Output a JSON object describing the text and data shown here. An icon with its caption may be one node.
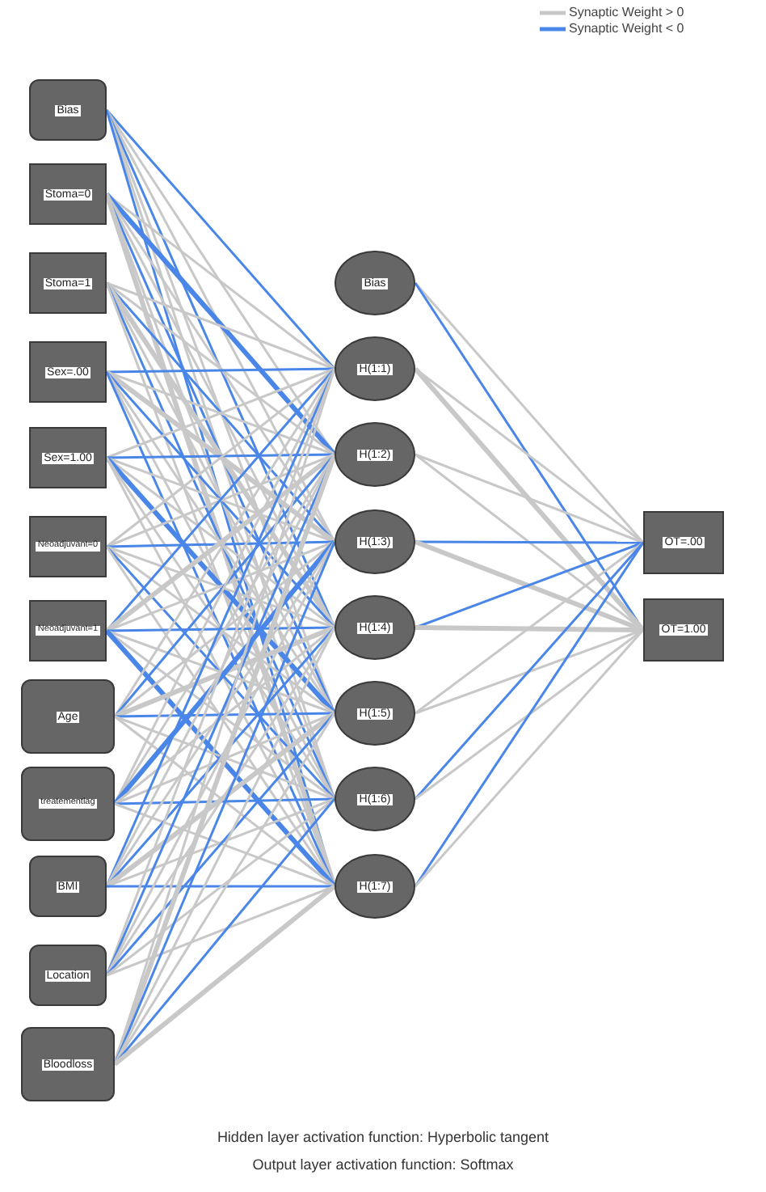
{
  "diagram": {
    "nodes": [
      {
        "text": [
          "Bias"
        ]
      },
      {
        "text": [
          "Stoma=0"
        ]
      },
      {
        "text": [
          "Stoma=1"
        ]
      },
      {
        "text": [
          "Sex=.00"
        ]
      },
      {
        "text": [
          "Sex=1.00"
        ]
      },
      {
        "text": [
          "Neoadjuvant=0"
        ]
      },
      {
        "text": [
          "Neoadjuvant=1"
        ]
      },
      {
        "text": [
          "Age"
        ]
      },
      {
        "text": [
          "treatementlag"
        ]
      },
      {
        "text": [
          "BMI"
        ]
      },
      {
        "text": [
          "Location"
        ]
      },
      {
        "text": [
          "Bloodloss"
        ]
      },
      {
        "text": [
          "Bias"
        ]
      },
      {
        "text": [
          "H(1:1)"
        ]
      },
      {
        "text": [
          "H(1:2)"
        ]
      },
      {
        "text": [
          "H(1:3)"
        ]
      },
      {
        "text": [
          "H(1:4)"
        ]
      },
      {
        "text": [
          "H(1:5)"
        ]
      },
      {
        "text": [
          "H(1:6)"
        ]
      },
      {
        "text": [
          "H(1:7)"
        ]
      },
      {
        "text": [
          "OT=.00"
        ]
      },
      {
        "text": [
          "OT=1.00"
        ]
      }
    ],
    "edges": [
      {
        "from": 0,
        "to": 13,
        "arrow": "none",
        "color": "#4a86e8"
      },
      {
        "from": 0,
        "to": 14,
        "arrow": "none"
      },
      {
        "from": 0,
        "to": 15,
        "arrow": "none"
      },
      {
        "from": 0,
        "to": 16,
        "arrow": "none",
        "color": "#4a86e8"
      },
      {
        "from": 0,
        "to": 17,
        "arrow": "none"
      },
      {
        "from": 0,
        "to": 18,
        "arrow": "none"
      },
      {
        "from": 0,
        "to": 19,
        "arrow": "none",
        "color": "#4a86e8"
      },
      {
        "from": 1,
        "to": 13,
        "arrow": "none"
      },
      {
        "from": 1,
        "to": 14,
        "arrow": "none",
        "color": "#4a86e8",
        "style": "thick"
      },
      {
        "from": 1,
        "to": 15,
        "arrow": "none"
      },
      {
        "from": 1,
        "to": 16,
        "arrow": "none"
      },
      {
        "from": 1,
        "to": 17,
        "arrow": "none",
        "color": "#4a86e8"
      },
      {
        "from": 1,
        "to": 18,
        "arrow": "none"
      },
      {
        "from": 1,
        "to": 19,
        "arrow": "none",
        "style": "thick"
      },
      {
        "from": 2,
        "to": 13,
        "arrow": "none"
      },
      {
        "from": 2,
        "to": 14,
        "arrow": "none"
      },
      {
        "from": 2,
        "to": 15,
        "arrow": "none",
        "color": "#4a86e8"
      },
      {
        "from": 2,
        "to": 16,
        "arrow": "none",
        "style": "thick"
      },
      {
        "from": 2,
        "to": 17,
        "arrow": "none"
      },
      {
        "from": 2,
        "to": 18,
        "arrow": "none",
        "color": "#4a86e8"
      },
      {
        "from": 2,
        "to": 19,
        "arrow": "none"
      },
      {
        "from": 3,
        "to": 13,
        "arrow": "none",
        "color": "#4a86e8"
      },
      {
        "from": 3,
        "to": 14,
        "arrow": "none"
      },
      {
        "from": 3,
        "to": 15,
        "arrow": "none",
        "style": "thick"
      },
      {
        "from": 3,
        "to": 16,
        "arrow": "none",
        "color": "#4a86e8"
      },
      {
        "from": 3,
        "to": 17,
        "arrow": "none"
      },
      {
        "from": 3,
        "to": 18,
        "arrow": "none"
      },
      {
        "from": 3,
        "to": 19,
        "arrow": "none",
        "color": "#4a86e8"
      },
      {
        "from": 4,
        "to": 13,
        "arrow": "none"
      },
      {
        "from": 4,
        "to": 14,
        "arrow": "none",
        "color": "#4a86e8"
      },
      {
        "from": 4,
        "to": 15,
        "arrow": "none"
      },
      {
        "from": 4,
        "to": 16,
        "arrow": "none"
      },
      {
        "from": 4,
        "to": 17,
        "arrow": "none",
        "color": "#4a86e8",
        "style": "thick"
      },
      {
        "from": 4,
        "to": 18,
        "arrow": "none"
      },
      {
        "from": 4,
        "to": 19,
        "arrow": "none"
      },
      {
        "from": 5,
        "to": 13,
        "arrow": "none"
      },
      {
        "from": 5,
        "to": 14,
        "arrow": "none"
      },
      {
        "from": 5,
        "to": 15,
        "arrow": "none",
        "color": "#4a86e8"
      },
      {
        "from": 5,
        "to": 16,
        "arrow": "none"
      },
      {
        "from": 5,
        "to": 17,
        "arrow": "none"
      },
      {
        "from": 5,
        "to": 18,
        "arrow": "none",
        "color": "#4a86e8"
      },
      {
        "from": 5,
        "to": 19,
        "arrow": "none"
      },
      {
        "from": 6,
        "to": 13,
        "arrow": "none",
        "color": "#4a86e8"
      },
      {
        "from": 6,
        "to": 14,
        "arrow": "none",
        "style": "thick"
      },
      {
        "from": 6,
        "to": 15,
        "arrow": "none"
      },
      {
        "from": 6,
        "to": 16,
        "arrow": "none",
        "color": "#4a86e8"
      },
      {
        "from": 6,
        "to": 17,
        "arrow": "none"
      },
      {
        "from": 6,
        "to": 18,
        "arrow": "none"
      },
      {
        "from": 6,
        "to": 19,
        "arrow": "none",
        "color": "#4a86e8",
        "style": "thick"
      },
      {
        "from": 7,
        "to": 13,
        "arrow": "none"
      },
      {
        "from": 7,
        "to": 14,
        "arrow": "none",
        "color": "#4a86e8"
      },
      {
        "from": 7,
        "to": 15,
        "arrow": "none"
      },
      {
        "from": 7,
        "to": 16,
        "arrow": "none",
        "style": "thick"
      },
      {
        "from": 7,
        "to": 17,
        "arrow": "none",
        "color": "#4a86e8"
      },
      {
        "from": 7,
        "to": 18,
        "arrow": "none"
      },
      {
        "from": 7,
        "to": 19,
        "arrow": "none"
      },
      {
        "from": 8,
        "to": 13,
        "arrow": "none"
      },
      {
        "from": 8,
        "to": 14,
        "arrow": "none"
      },
      {
        "from": 8,
        "to": 15,
        "arrow": "none",
        "color": "#4a86e8",
        "style": "thick"
      },
      {
        "from": 8,
        "to": 16,
        "arrow": "none"
      },
      {
        "from": 8,
        "to": 17,
        "arrow": "none"
      },
      {
        "from": 8,
        "to": 18,
        "arrow": "none",
        "color": "#4a86e8"
      },
      {
        "from": 8,
        "to": 19,
        "arrow": "none"
      },
      {
        "from": 9,
        "to": 13,
        "arrow": "none",
        "color": "#4a86e8"
      },
      {
        "from": 9,
        "to": 14,
        "arrow": "none"
      },
      {
        "from": 9,
        "to": 15,
        "arrow": "none"
      },
      {
        "from": 9,
        "to": 16,
        "arrow": "none",
        "color": "#4a86e8"
      },
      {
        "from": 9,
        "to": 17,
        "arrow": "none",
        "style": "thick"
      },
      {
        "from": 9,
        "to": 18,
        "arrow": "none"
      },
      {
        "from": 9,
        "to": 19,
        "arrow": "none",
        "color": "#4a86e8"
      },
      {
        "from": 10,
        "to": 13,
        "arrow": "none"
      },
      {
        "from": 10,
        "to": 14,
        "arrow": "none",
        "color": "#4a86e8"
      },
      {
        "from": 10,
        "to": 15,
        "arrow": "none"
      },
      {
        "from": 10,
        "to": 16,
        "arrow": "none"
      },
      {
        "from": 10,
        "to": 17,
        "arrow": "none",
        "color": "#4a86e8"
      },
      {
        "from": 10,
        "to": 18,
        "arrow": "none"
      },
      {
        "from": 10,
        "to": 19,
        "arrow": "none"
      },
      {
        "from": 11,
        "to": 13,
        "arrow": "none"
      },
      {
        "from": 11,
        "to": 14,
        "arrow": "none",
        "style": "thick"
      },
      {
        "from": 11,
        "to": 15,
        "arrow": "none",
        "color": "#4a86e8"
      },
      {
        "from": 11,
        "to": 16,
        "arrow": "none"
      },
      {
        "from": 11,
        "to": 17,
        "arrow": "none"
      },
      {
        "from": 11,
        "to": 18,
        "arrow": "none",
        "color": "#4a86e8"
      },
      {
        "from": 11,
        "to": 19,
        "arrow": "none",
        "style": "thick"
      },
      {
        "from": 12,
        "to": 20,
        "arrow": "none"
      },
      {
        "from": 12,
        "to": 21,
        "arrow": "none",
        "color": "#4a86e8"
      },
      {
        "from": 13,
        "to": 20,
        "arrow": "none"
      },
      {
        "from": 13,
        "to": 21,
        "arrow": "none",
        "style": "thick"
      },
      {
        "from": 14,
        "to": 20,
        "arrow": "none"
      },
      {
        "from": 14,
        "to": 21,
        "arrow": "none"
      },
      {
        "from": 15,
        "to": 20,
        "arrow": "none",
        "color": "#4a86e8"
      },
      {
        "from": 15,
        "to": 21,
        "arrow": "none",
        "style": "thick"
      },
      {
        "from": 16,
        "to": 20,
        "arrow": "none",
        "color": "#4a86e8"
      },
      {
        "from": 16,
        "to": 21,
        "arrow": "none",
        "style": "thick"
      },
      {
        "from": 17,
        "to": 20,
        "arrow": "none"
      },
      {
        "from": 17,
        "to": 21,
        "arrow": "none"
      },
      {
        "from": 18,
        "to": 20,
        "arrow": "none",
        "color": "#4a86e8"
      },
      {
        "from": 18,
        "to": 21,
        "arrow": "none"
      },
      {
        "from": 19,
        "to": 20,
        "arrow": "none",
        "color": "#4a86e8"
      },
      {
        "from": 19,
        "to": 21,
        "arrow": "none"
      }
    ],
    "labels": [
      "Hidden layer activation function: Hyperbolic tangent",
      "Output layer activation function: Softmax"
    ],
    "legend": [
      {
        "text": "Synaptic Weight > 0"
      },
      {
        "text": "Synaptic Weight < 0"
      }
    ]
  }
}
